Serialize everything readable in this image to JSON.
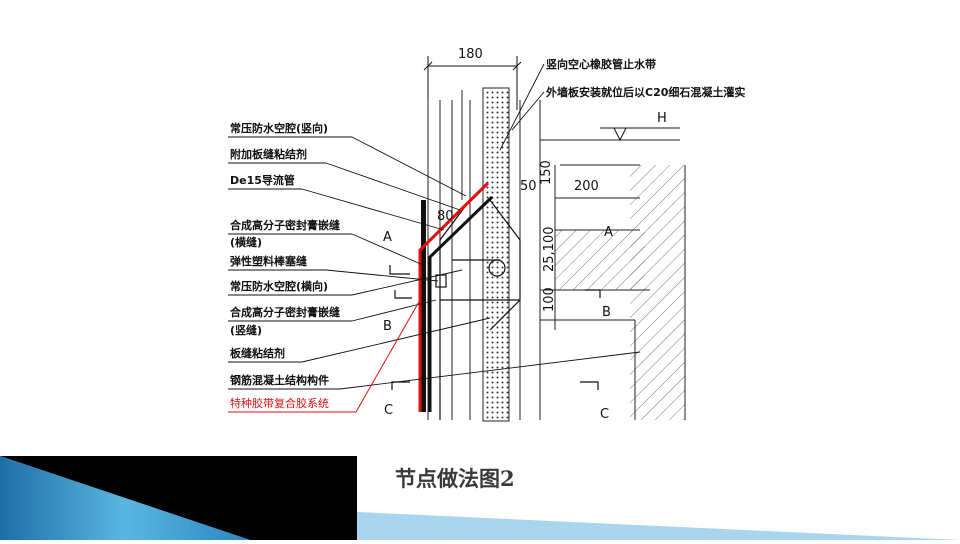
{
  "slide": {
    "title": "节点做法图2"
  },
  "drawing": {
    "dims": {
      "top": "180",
      "d50": "50",
      "d150": "150",
      "d200": "200",
      "d80": "80",
      "d25_100": "25,100",
      "d100": "100"
    },
    "level_mark": "H",
    "sections": [
      "A",
      "B",
      "C"
    ],
    "labels_right": [
      "竖向空心橡胶管止水带",
      "外墙板安装就位后以C20细石混凝土灌实"
    ],
    "labels_left": [
      "常压防水空腔(竖向)",
      "附加板缝粘结剂",
      "De15导流管",
      "合成高分子密封膏嵌缝",
      "(横缝)",
      "弹性塑料棒塞缝",
      "常压防水空腔(横向)",
      "合成高分子密封膏嵌缝",
      "(竖缝)",
      "板缝粘结剂",
      "钢筋混凝土结构构件"
    ],
    "highlight_label": "特种胶带复合胶系统",
    "highlight_color": "#e01010"
  },
  "decor": {
    "band_dark": "#000000",
    "band_blue": "#3a9fd0",
    "band_light": "#a9d6ee"
  }
}
